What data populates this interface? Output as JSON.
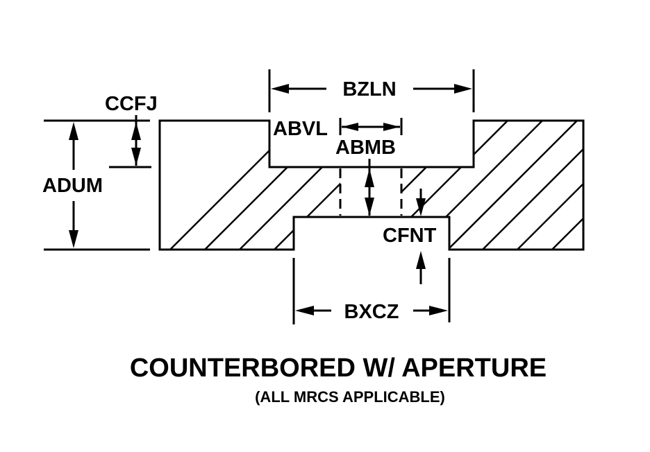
{
  "diagram": {
    "title": "COUNTERBORED W/ APERTURE",
    "subtitle": "(ALL MRCS APPLICABLE)",
    "dimensions": {
      "overall_counterbore_width": "BZLN",
      "counterbore_depth": "CCFJ",
      "overall_thickness": "ADUM",
      "aperture_offset": "ABVL",
      "aperture_width": "ABMB",
      "recess_depth": "CFNT",
      "recess_width": "BXCZ"
    },
    "colors": {
      "line": "#000000",
      "background": "#ffffff"
    }
  }
}
